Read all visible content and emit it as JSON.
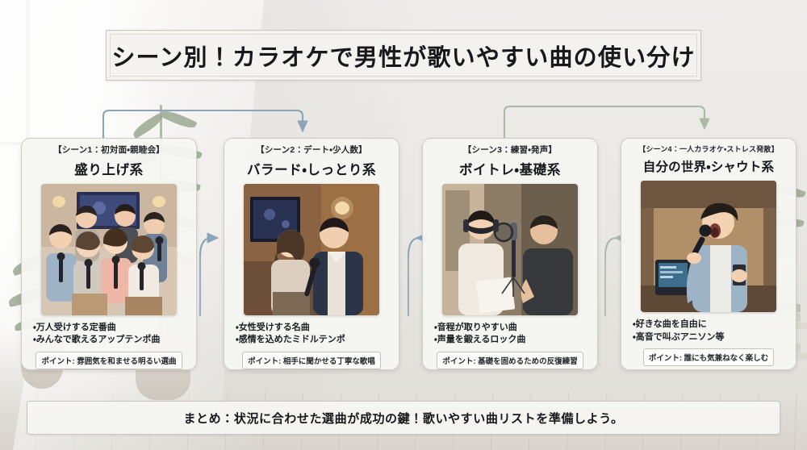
{
  "title": {
    "text": "シーン別！カラオケで男性が歌いやすい曲の使い分け"
  },
  "cards": [
    {
      "scene": "【シーン1：初対面・親睦会】",
      "heading": "盛り上げ系",
      "photo_alt": "group-karaoke-photo",
      "bullets": [
        "・万人受けする定番曲",
        "・みんなで歌えるアップテンポ曲"
      ],
      "point": "ポイント: 雰囲気を和ませる明るい選曲"
    },
    {
      "scene": "【シーン2：デート・少人数】",
      "heading": "バラード・しっとり系",
      "photo_alt": "couple-duet-photo",
      "bullets": [
        "・女性受けする名曲",
        "・感情を込めたミドルテンポ"
      ],
      "point": "ポイント: 相手に聞かせる丁寧な歌唱"
    },
    {
      "scene": "【シーン3：練習・発声】",
      "heading": "ボイトレ・基礎系",
      "photo_alt": "vocal-training-studio-photo",
      "bullets": [
        "・音程が取りやすい曲",
        "・声量を鍛えるロック曲"
      ],
      "point": "ポイント: 基礎を固めるための反復練習"
    },
    {
      "scene": "【シーン4：一人カラオケ・ストレス発散】",
      "heading": "自分の世界・シャウト系",
      "photo_alt": "solo-singer-shouting-photo",
      "bullets": [
        "・好きな曲を自由に",
        "・高音で叫ぶアニソン等"
      ],
      "point": "ポイント: 誰にも気兼ねなく楽しむ"
    }
  ],
  "summary": {
    "text": "まとめ：状況に合わせた選曲が成功の鍵！歌いやすい曲リストを準備しよう。"
  },
  "colors": {
    "arrow_blue": "#8ba4b8",
    "arrow_green": "#a9bba6",
    "card_bg": "#f6f5f2",
    "card_border": "#cfccc6",
    "text_dark": "#15171a",
    "background": "#e9e7e3"
  },
  "arrows": {
    "top_left_label": "flow-card1-to-card2",
    "top_right_label": "flow-card3-to-card4",
    "gap_labels": [
      "flow-gap-1-2",
      "flow-gap-2-3",
      "flow-gap-3-4"
    ]
  }
}
